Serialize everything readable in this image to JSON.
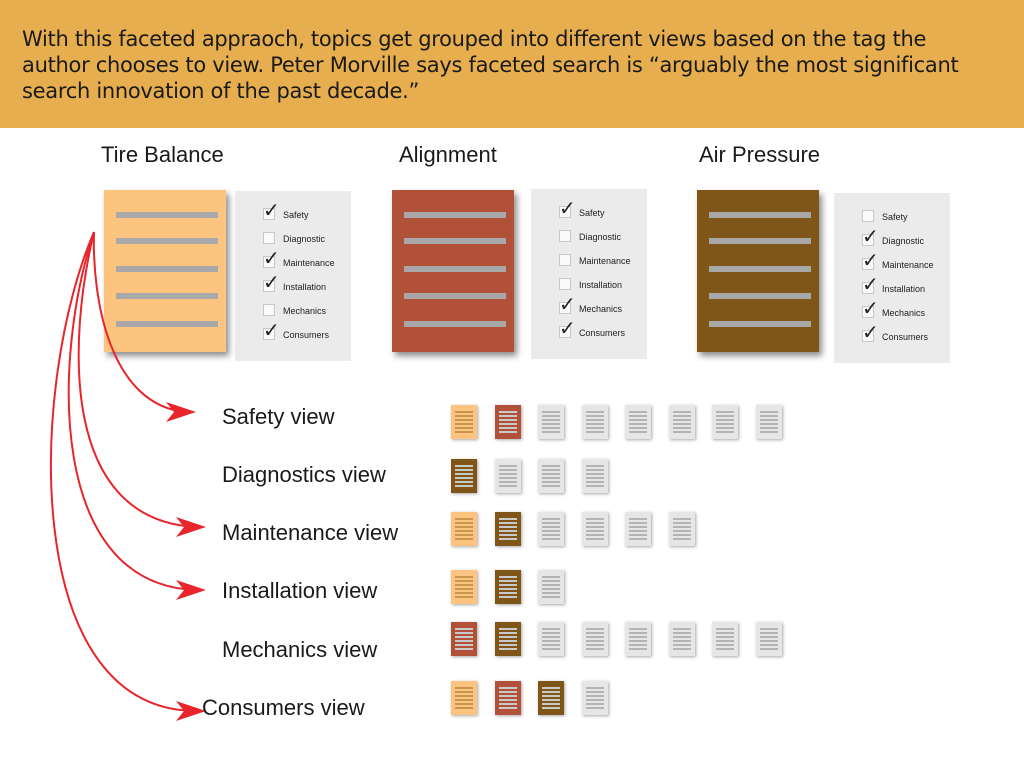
{
  "banner": {
    "text": "With this faceted appraoch, topics get grouped into different views based on the tag the author chooses to view. Peter Morville says faceted search is “arguably the most significant search innovation of the past decade.”"
  },
  "colors": {
    "banner": "#e6ae4e",
    "tire": "#fdc47f",
    "alignment": "#b2513a",
    "air": "#7f5518",
    "generic": "#e6e6e6",
    "arrow": "#e8252a"
  },
  "topics": [
    {
      "title": "Tire Balance",
      "color_key": "tire",
      "tags": [
        {
          "label": "Safety",
          "checked": true
        },
        {
          "label": "Diagnostic",
          "checked": false
        },
        {
          "label": "Maintenance",
          "checked": true
        },
        {
          "label": "Installation",
          "checked": true
        },
        {
          "label": "Mechanics",
          "checked": false
        },
        {
          "label": "Consumers",
          "checked": true
        }
      ]
    },
    {
      "title": "Alignment",
      "color_key": "alignment",
      "tags": [
        {
          "label": "Safety",
          "checked": true
        },
        {
          "label": "Diagnostic",
          "checked": false
        },
        {
          "label": "Maintenance",
          "checked": false
        },
        {
          "label": "Installation",
          "checked": false
        },
        {
          "label": "Mechanics",
          "checked": true
        },
        {
          "label": "Consumers",
          "checked": true
        }
      ]
    },
    {
      "title": "Air Pressure",
      "color_key": "air",
      "tags": [
        {
          "label": "Safety",
          "checked": false
        },
        {
          "label": "Diagnostic",
          "checked": true
        },
        {
          "label": "Maintenance",
          "checked": true
        },
        {
          "label": "Installation",
          "checked": true
        },
        {
          "label": "Mechanics",
          "checked": true
        },
        {
          "label": "Consumers",
          "checked": true
        }
      ]
    }
  ],
  "views": [
    {
      "label": "Safety view",
      "docs": [
        "tire",
        "alignment",
        "generic",
        "generic",
        "generic",
        "generic",
        "generic",
        "generic"
      ]
    },
    {
      "label": "Diagnostics view",
      "docs": [
        "air",
        "generic",
        "generic",
        "generic"
      ]
    },
    {
      "label": "Maintenance view",
      "docs": [
        "tire",
        "air",
        "generic",
        "generic",
        "generic",
        "generic"
      ]
    },
    {
      "label": "Installation view",
      "docs": [
        "tire",
        "air",
        "generic"
      ]
    },
    {
      "label": "Mechanics view",
      "docs": [
        "alignment",
        "air",
        "generic",
        "generic",
        "generic",
        "generic",
        "generic",
        "generic"
      ]
    },
    {
      "label": "Consumers view",
      "docs": [
        "tire",
        "alignment",
        "air",
        "generic"
      ]
    }
  ]
}
